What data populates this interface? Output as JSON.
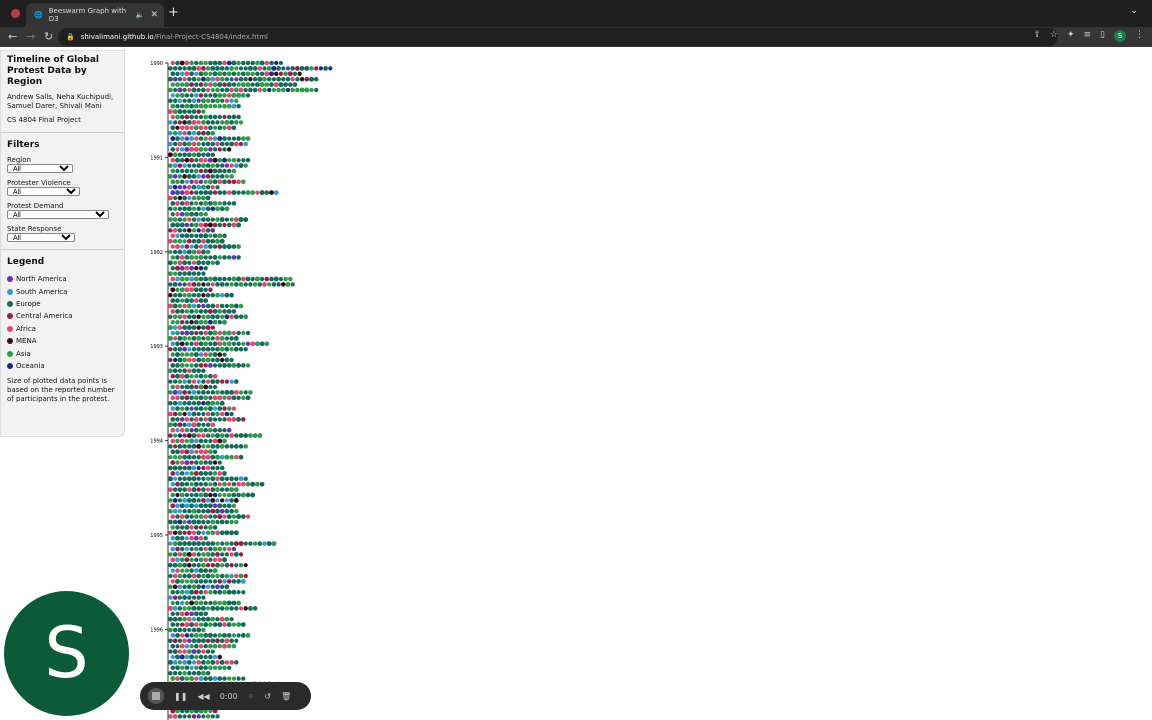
{
  "browser": {
    "tab_title": "Beeswarm Graph with D3",
    "url_host": "shivalimani.github.io",
    "url_path": "/Final-Project-CS4804/index.html",
    "profile": "S"
  },
  "sidebar": {
    "title": "Timeline of Global Protest Data by Region",
    "authors": "Andrew Salls, Neha Kuchipudi, Samuel Darer, Shivali Mani",
    "course": "CS 4804 Final Project",
    "filters_heading": "Filters",
    "filters": [
      {
        "label": "Region",
        "value": "All"
      },
      {
        "label": "Protester Violence",
        "value": "All"
      },
      {
        "label": "Protest Demand",
        "value": "All"
      },
      {
        "label": "State Response",
        "value": "All"
      }
    ],
    "legend_heading": "Legend",
    "legend": [
      {
        "label": "North America",
        "color": "#6a2fc0"
      },
      {
        "label": "South America",
        "color": "#3a9ad9"
      },
      {
        "label": "Europe",
        "color": "#146b5a"
      },
      {
        "label": "Central America",
        "color": "#9b1b4a"
      },
      {
        "label": "Africa",
        "color": "#e0486c"
      },
      {
        "label": "MENA",
        "color": "#3b0a14"
      },
      {
        "label": "Asia",
        "color": "#2e9a4a"
      },
      {
        "label": "Oceania",
        "color": "#1a2a8c"
      }
    ],
    "note": "Size of plotted data points is based on the reported number of participants in the protest."
  },
  "chart_data": {
    "type": "scatter",
    "subtype": "beeswarm",
    "y_ticks": [
      "1990",
      "1991",
      "1992",
      "1993",
      "1994",
      "1995",
      "1996"
    ],
    "ylabel": "",
    "xlabel": ""
  },
  "recorder": {
    "avatar_letter": "S",
    "time": "0:00"
  }
}
